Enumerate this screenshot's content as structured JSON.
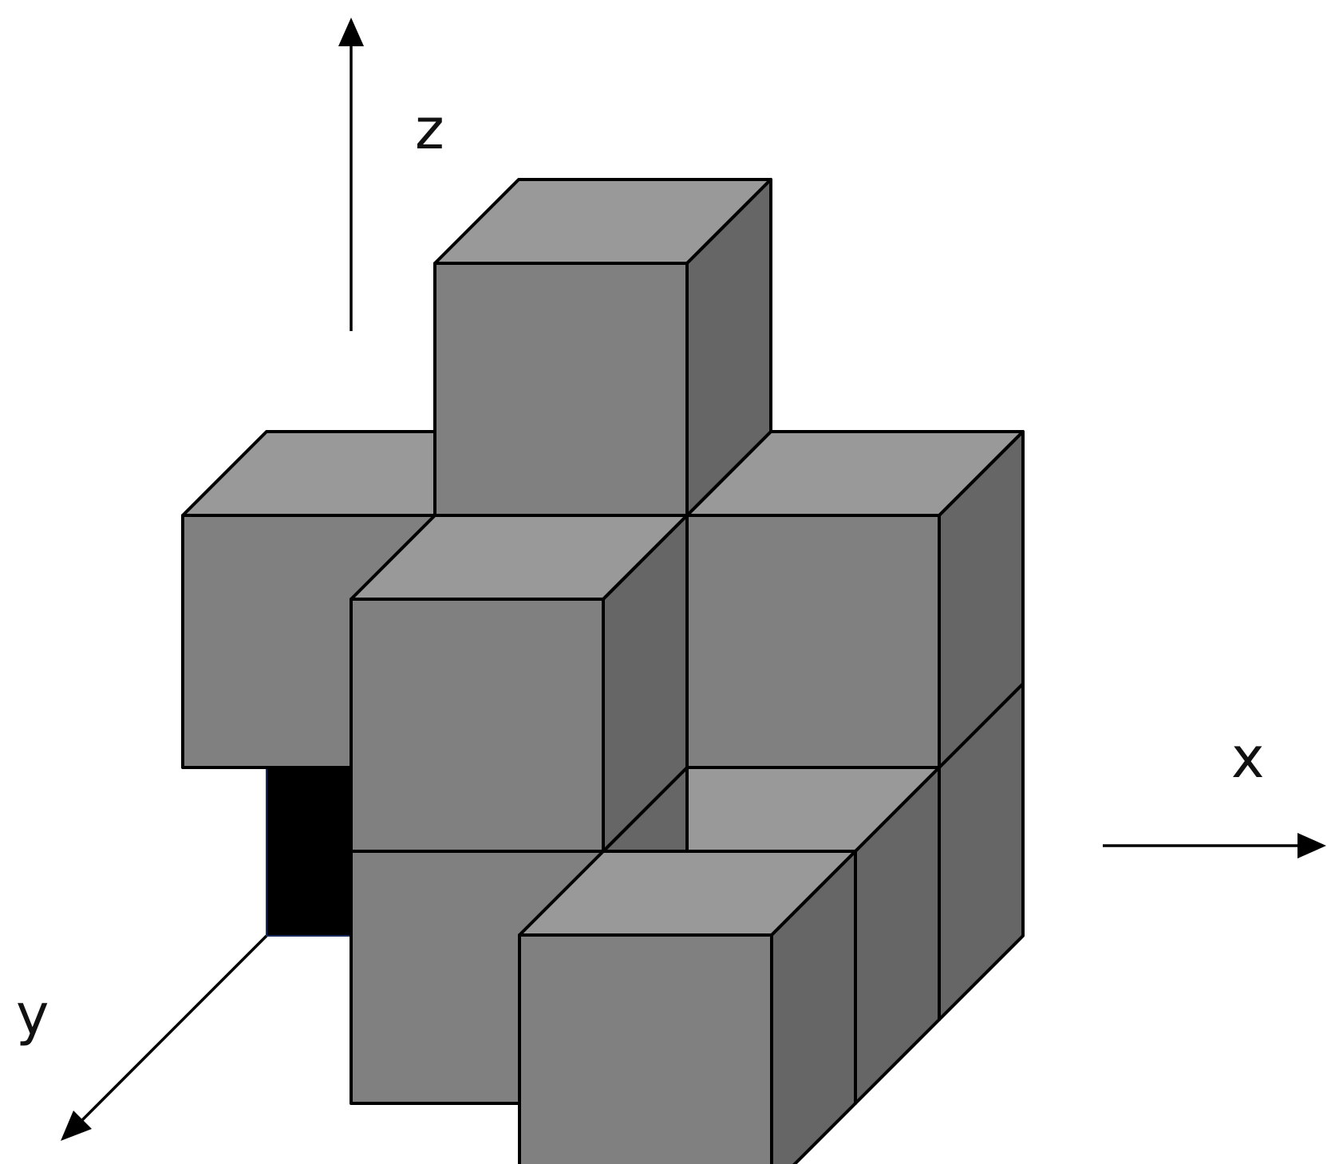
{
  "axes": {
    "x_label": "x",
    "y_label": "y",
    "z_label": "z"
  },
  "colors": {
    "background": "#ffffff",
    "top_face": "#999999",
    "front_face": "#808080",
    "side_face": "#666666",
    "highlighted_cell": "#000000",
    "edge": "#000000"
  },
  "cubes": [
    {
      "name": "cube-back-right-bottom",
      "x": 2,
      "y": 0,
      "z": 0
    },
    {
      "name": "cube-back-left-middle",
      "x": 0,
      "y": 0,
      "z": 1
    },
    {
      "name": "cube-back-right-middle",
      "x": 2,
      "y": 0,
      "z": 1
    },
    {
      "name": "cube-back-center-top",
      "x": 1,
      "y": 0,
      "z": 2
    },
    {
      "name": "cube-front-center-bottom",
      "x": 1,
      "y": 1,
      "z": 0
    },
    {
      "name": "cube-front-right-bottom",
      "x": 2,
      "y": 1,
      "z": 0
    },
    {
      "name": "cube-front-center-middle",
      "x": 1,
      "y": 1,
      "z": 1
    },
    {
      "name": "cube-nearest-bottom",
      "x": 2,
      "y": 2,
      "z": 0
    }
  ],
  "highlighted_cell": {
    "x": 0,
    "y": 0,
    "z": 0
  }
}
